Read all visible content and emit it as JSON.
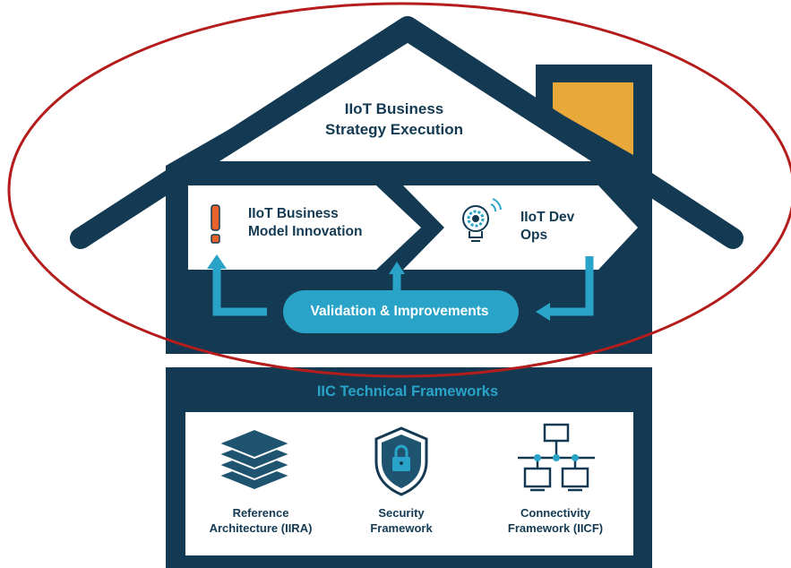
{
  "roof": {
    "title_line1": "IIoT Business",
    "title_line2": "Strategy Execution"
  },
  "innovation": {
    "line1": "IIoT Business",
    "line2": "Model Innovation",
    "icon": "exclamation-icon"
  },
  "devops": {
    "line1": "IIoT Dev",
    "line2": "Ops",
    "icon": "gear-bulb-icon"
  },
  "validation": {
    "label": "Validation & Improvements"
  },
  "foundation": {
    "title": "IIC Technical Frameworks",
    "items": [
      {
        "line1": "Reference",
        "line2": "Architecture (IIRA)",
        "icon": "stacked-layers-icon"
      },
      {
        "line1": "Security",
        "line2": "Framework",
        "icon": "shield-lock-icon"
      },
      {
        "line1": "Connectivity",
        "line2": "Framework (IICF)",
        "icon": "network-computers-icon"
      }
    ]
  },
  "colors": {
    "navy": "#133a52",
    "accent_blue": "#2aa3c8",
    "chimney_orange": "#e9a83a",
    "highlight_red": "#b51c1c",
    "alert_orange": "#e8632b"
  }
}
